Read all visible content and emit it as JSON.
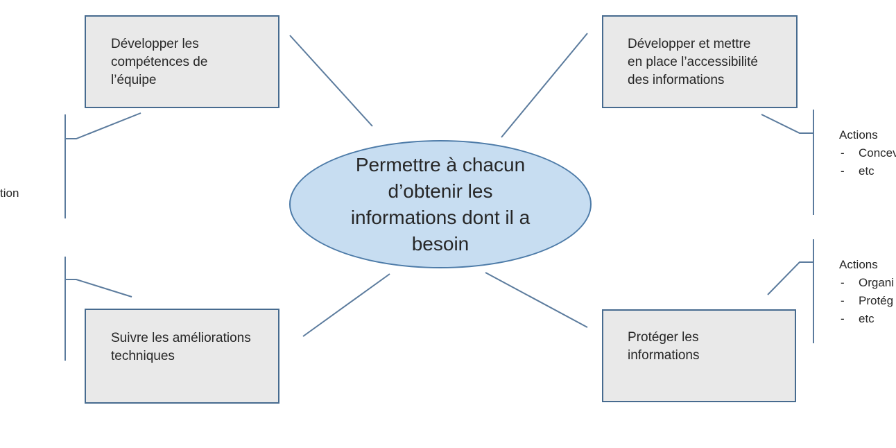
{
  "colors": {
    "box_fill": "#e9e9e9",
    "box_border": "#476b8f",
    "ellipse_fill": "#c7ddf1",
    "ellipse_border": "#4d7ba8",
    "line": "#5b7b9d",
    "text": "#262626"
  },
  "center_ellipse": {
    "label": "Permettre à chacun\nd’obtenir les\ninformations dont il a\nbesoin"
  },
  "boxes": {
    "top_left": {
      "label": "Développer les\ncompétences de\nl’équipe"
    },
    "top_right": {
      "label": "Développer et mettre\nen place l’accessibilité\ndes informations"
    },
    "bottom_left": {
      "label": "Suivre les améliorations\ntechniques"
    },
    "bottom_right": {
      "label": "Protéger les\ninformations"
    }
  },
  "actions_top_right": {
    "title": "Actions",
    "bullet": "-",
    "items": [
      "Concev",
      "etc"
    ]
  },
  "actions_bottom_right": {
    "title": "Actions",
    "bullet": "-",
    "items": [
      "Organi",
      "Protég",
      "etc"
    ]
  },
  "left_edge_fragment": {
    "text": "tion"
  }
}
